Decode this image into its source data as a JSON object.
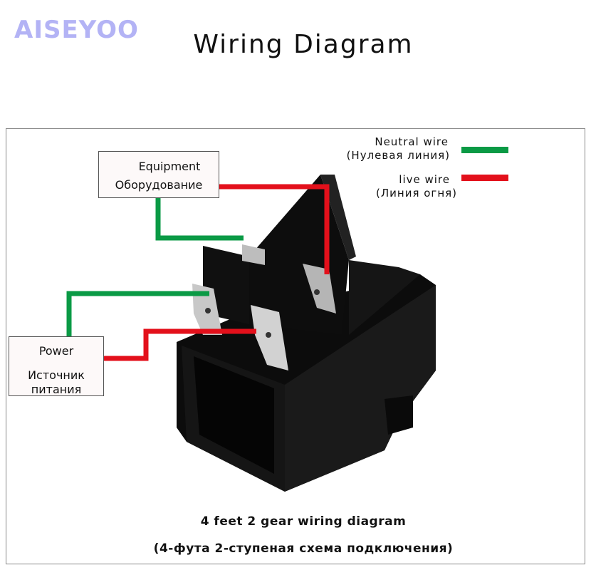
{
  "brand": "AISEYOO",
  "title": "Wiring Diagram",
  "equipment": {
    "en": "Equipment",
    "ru": "Оборудование"
  },
  "power": {
    "en": "Power",
    "ru_line1": "Источник",
    "ru_line2": "питания"
  },
  "legend": [
    {
      "en": "Neutral wire",
      "ru": "(Нулевая линия)",
      "color": "#0a9a45"
    },
    {
      "en": "live wire",
      "ru": "(Линия огня)",
      "color": "#e3101b"
    }
  ],
  "caption": {
    "en": "4 feet 2 gear wiring diagram",
    "ru": "(4-фута 2-ступеная схема подключения)"
  }
}
